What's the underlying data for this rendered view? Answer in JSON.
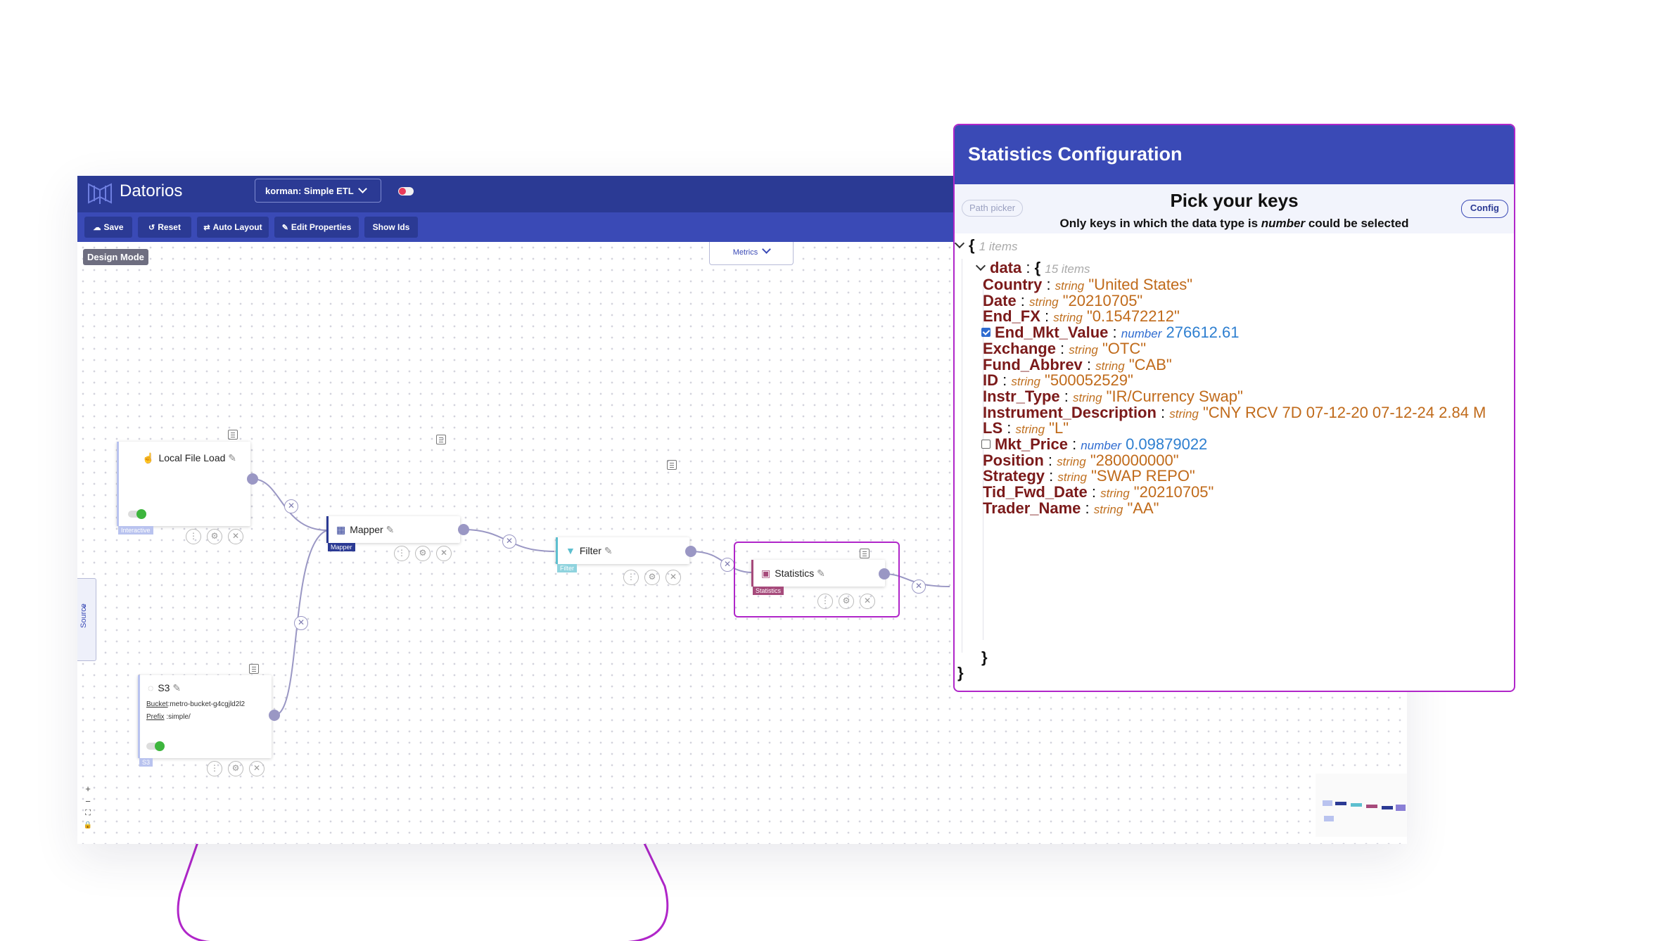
{
  "app": {
    "brand": "Datorios",
    "project": "korman: Simple ETL",
    "colors": {
      "topbar": "#2b3a94",
      "toolbar": "#3a4ab6",
      "accent_border": "#b026c9",
      "toggle_off": "#e83a5a"
    }
  },
  "toolbar": {
    "save": "Save",
    "reset": "Reset",
    "auto_layout": "Auto Layout",
    "edit_properties": "Edit Properties",
    "show_ids": "Show Ids"
  },
  "canvas": {
    "mode": "Design Mode",
    "metrics": "Metrics",
    "source_panel": "Source",
    "zoom": {
      "plus": "+",
      "minus": "−",
      "fit": "⛶",
      "lock": "🔒"
    }
  },
  "nodes": {
    "local_file": {
      "label": "Local File Load",
      "tag": "Interactive"
    },
    "mapper": {
      "label": "Mapper",
      "tag": "Mapper"
    },
    "filter": {
      "label": "Filter",
      "tag": "Filter"
    },
    "statistics": {
      "label": "Statistics",
      "tag": "Statistics"
    },
    "s3": {
      "label": "S3",
      "tag": "S3",
      "bucket_label": "Bucket",
      "bucket_value": ":metro-bucket-g4cgjld2l2",
      "prefix_label": "Prefix",
      "prefix_value": ":simple/"
    }
  },
  "icons": {
    "menu": "menu-icon",
    "dots": "⋮",
    "gear": "⚙",
    "close": "✕",
    "edit": "✎"
  },
  "popup": {
    "title": "Statistics Configuration",
    "path_picker": "Path picker",
    "config": "Config",
    "heading": "Pick your keys",
    "subtitle_pre": "Only keys in which the data type is ",
    "subtitle_em": "number",
    "subtitle_post": " could be selected",
    "root_count": "1 items",
    "data_key": "data",
    "data_count": "15 items",
    "fields": [
      {
        "key": "Country",
        "type": "string",
        "value": "\"United States\""
      },
      {
        "key": "Date",
        "type": "string",
        "value": "\"20210705\""
      },
      {
        "key": "End_FX",
        "type": "string",
        "value": "\"0.15472212\""
      },
      {
        "key": "End_Mkt_Value",
        "type": "number",
        "value": "276612.61",
        "checked": true
      },
      {
        "key": "Exchange",
        "type": "string",
        "value": "\"OTC\""
      },
      {
        "key": "Fund_Abbrev",
        "type": "string",
        "value": "\"CAB\""
      },
      {
        "key": "ID",
        "type": "string",
        "value": "\"500052529\""
      },
      {
        "key": "Instr_Type",
        "type": "string",
        "value": "\"IR/Currency Swap\""
      },
      {
        "key": "Instrument_Description",
        "type": "string",
        "value": "\"CNY RCV 7D 07-12-20 07-12-24 2.84 M"
      },
      {
        "key": "LS",
        "type": "string",
        "value": "\"L\""
      },
      {
        "key": "Mkt_Price",
        "type": "number",
        "value": "0.09879022",
        "checked": false
      },
      {
        "key": "Position",
        "type": "string",
        "value": "\"280000000\""
      },
      {
        "key": "Strategy",
        "type": "string",
        "value": "\"SWAP REPO\""
      },
      {
        "key": "Tid_Fwd_Date",
        "type": "string",
        "value": "\"20210705\""
      },
      {
        "key": "Trader_Name",
        "type": "string",
        "value": "\"AA\""
      }
    ]
  }
}
